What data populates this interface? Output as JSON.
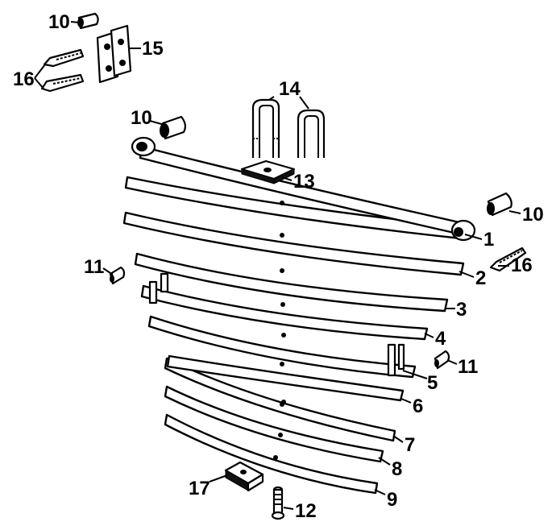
{
  "labels": {
    "l1": "1",
    "l2": "2",
    "l3": "3",
    "l4": "4",
    "l5": "5",
    "l6": "6",
    "l7": "7",
    "l8": "8",
    "l9": "9",
    "l10a": "10",
    "l10b": "10",
    "l10c": "10",
    "l11a": "11",
    "l11b": "11",
    "l12": "12",
    "l13": "13",
    "l14": "14",
    "l15": "15",
    "l16a": "16",
    "l16b": "16",
    "l17": "17"
  }
}
